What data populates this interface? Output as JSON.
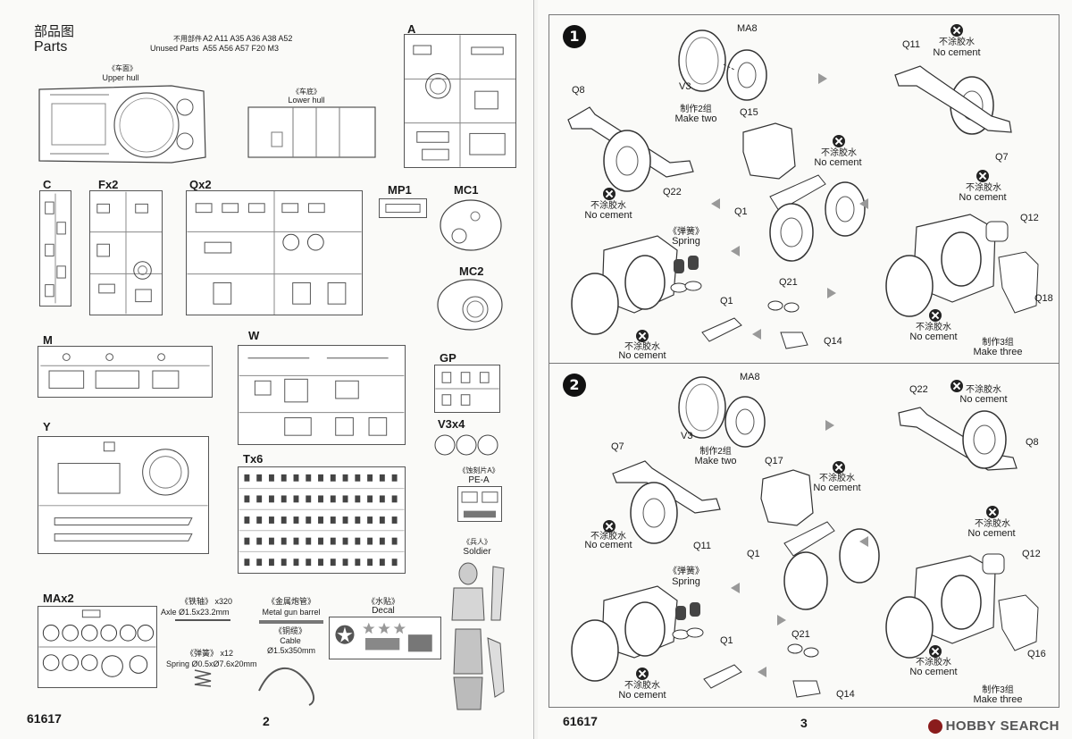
{
  "left_page": {
    "heading_cn": "部品图",
    "heading_en": "Parts",
    "unused": {
      "label_cn": "不用部件",
      "label_en": "Unused Parts",
      "line1": "A2  A11  A35 A36 A38 A52",
      "line2": "A55 A56 A57 F20 M3"
    },
    "upper_hull": {
      "cn": "《车面》",
      "en": "Upper hull"
    },
    "lower_hull": {
      "cn": "《车底》",
      "en": "Lower hull"
    },
    "letters": {
      "A": "A",
      "C": "C",
      "Fx2": "Fx2",
      "Qx2": "Qx2",
      "MP1": "MP1",
      "MC1": "MC1",
      "MC2": "MC2",
      "M": "M",
      "W": "W",
      "GP": "GP",
      "V3x4": "V3x4",
      "Y": "Y",
      "Tx6": "Tx6",
      "MAx2": "MAx2"
    },
    "pe": {
      "cn": "《蚀刻片A》",
      "en": "PE-A"
    },
    "soldier": {
      "cn": "《兵人》",
      "en": "Soldier"
    },
    "axle": {
      "cn": "《铁轴》 x320",
      "en": "Axle Ø1.5x23.2mm"
    },
    "gun_barrel": {
      "cn": "《金属炮管》",
      "en": "Metal gun barrel"
    },
    "decal": {
      "cn": "《水贴》",
      "en": "Decal"
    },
    "cable": {
      "cn": "《铜缆》",
      "en": "Cable",
      "size": "Ø1.5x350mm"
    },
    "spring": {
      "cn": "《弹簧》 x12",
      "en": "Spring Ø0.5xØ7.6x20mm"
    },
    "kit_number": "61617",
    "page_number": "2"
  },
  "right_page": {
    "kit_number": "61617",
    "page_number": "3",
    "watermark": "HOBBY SEARCH",
    "step1": {
      "number": "1",
      "parts": {
        "V3": "V3",
        "MA8": "MA8",
        "Q11": "Q11",
        "Q8": "Q8",
        "Q15": "Q15",
        "Q7": "Q7",
        "Q22": "Q22",
        "Q1a": "Q1",
        "Q12": "Q12",
        "Q18": "Q18",
        "Q1b": "Q1",
        "Q21": "Q21",
        "Q14": "Q14"
      },
      "make_two": {
        "cn": "制作2组",
        "en": "Make two"
      },
      "make_three": {
        "cn": "制作3组",
        "en": "Make three"
      },
      "spring": {
        "cn": "《弹簧》",
        "en": "Spring"
      },
      "no_cement_cn": "不涂胶水",
      "no_cement_en": "No cement"
    },
    "step2": {
      "number": "2",
      "parts": {
        "V3": "V3",
        "MA8": "MA8",
        "Q22": "Q22",
        "Q8": "Q8",
        "Q7": "Q7",
        "Q17": "Q17",
        "Q11": "Q11",
        "Q1a": "Q1",
        "Q12": "Q12",
        "Q16": "Q16",
        "Q1b": "Q1",
        "Q21": "Q21",
        "Q14": "Q14"
      },
      "make_two": {
        "cn": "制作2组",
        "en": "Make two"
      },
      "make_three": {
        "cn": "制作3组",
        "en": "Make three"
      },
      "spring": {
        "cn": "《弹簧》",
        "en": "Spring"
      },
      "no_cement_cn": "不涂胶水",
      "no_cement_en": "No cement"
    }
  }
}
